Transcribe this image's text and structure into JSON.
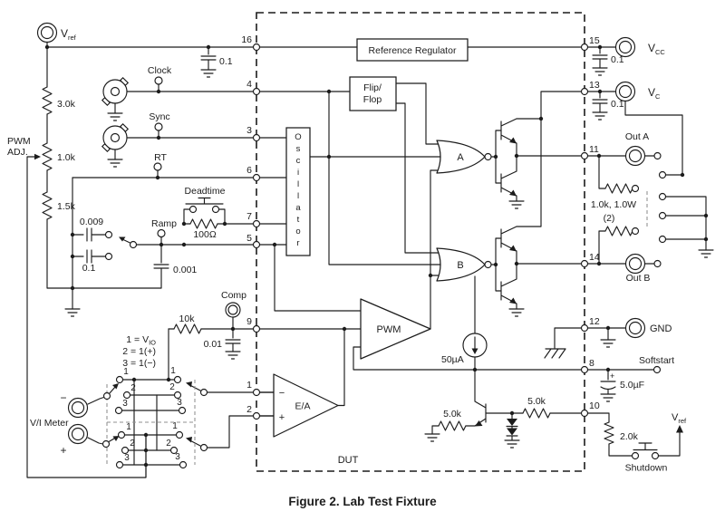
{
  "caption": "Figure 2. Lab Test Fixture",
  "dut": "DUT",
  "blocks": {
    "reference_regulator": "Reference Regulator",
    "flip": "Flip/",
    "flop": "Flop",
    "oscillator": [
      "O",
      "s",
      "c",
      "i",
      "l",
      "l",
      "a",
      "t",
      "o",
      "r"
    ],
    "gate_a": "A",
    "gate_b": "B",
    "pwm": "PWM",
    "error_amp": "E/A",
    "ea_minus": "−",
    "ea_plus": "+",
    "current_source": "50µA"
  },
  "pins": {
    "p16": "16",
    "p4": "4",
    "p3": "3",
    "p6": "6",
    "p7": "7",
    "p5": "5",
    "p9": "9",
    "p1": "1",
    "p2": "2",
    "p15": "15",
    "p13": "13",
    "p11": "11",
    "p14": "14",
    "p12": "12",
    "p8": "8",
    "p10": "10"
  },
  "left": {
    "vref_v": "V",
    "vref_sub": "ref",
    "pwm_adj_1": "PWM",
    "pwm_adj_2": "ADJ.",
    "r_3k": "3.0k",
    "r_pot": "1.0k",
    "r_1k5": "1.5k",
    "clock": "Clock",
    "sync": "Sync",
    "rt": "RT",
    "ramp": "Ramp",
    "c_pin16": "0.1",
    "c_009": "0.009",
    "c_01": "0.1",
    "c_001": "0.001",
    "deadtime": "Deadtime",
    "r_100": "100Ω",
    "comp": "Comp",
    "r_10k": "10k",
    "c_comp": "0.01"
  },
  "meter": {
    "label": "V/I Meter",
    "minus": "−",
    "plus": "+",
    "legend_1": "1 = V",
    "legend_1_sub": "IO",
    "legend_2": "2 = 1(+)",
    "legend_3": "3 = 1(−)",
    "pos1": "1",
    "pos2": "2",
    "pos3": "3"
  },
  "internal": {
    "r_5k_left": "5.0k",
    "r_5k_right": "5.0k"
  },
  "right": {
    "vcc_v": "V",
    "vcc_sub": "CC",
    "c_vcc": "0.1",
    "vc_v": "V",
    "vc_sub": "C",
    "c_vc": "0.1",
    "out_a": "Out A",
    "out_b": "Out B",
    "r_load": "1.0k, 1.0W",
    "r_load_qty": "(2)",
    "gnd": "GND",
    "softstart": "Softstart",
    "c_ss": "5.0µF",
    "c_ss_plus": "+",
    "r_2k": "2.0k",
    "shutdown": "Shutdown",
    "vref_v": "V",
    "vref_sub": "ref"
  }
}
